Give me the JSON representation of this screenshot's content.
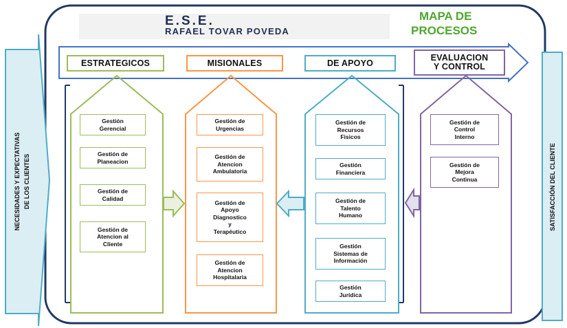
{
  "header": {
    "logo_name": "ese-medical-cross-logo",
    "org_line1": "E.S.E.",
    "org_line2": "RAFAEL TOVAR POVEDA",
    "title_line1": "MAPA DE",
    "title_line2": "PROCESOS",
    "title_color": "#4ea72e"
  },
  "side_arrows": {
    "left_line1": "NECESIDADES  Y  EXPECTATIVAS",
    "left_line2": "DE  LOS  CLIENTES",
    "right_text": "SATISFACCIÓN   DEL  CLIENTE"
  },
  "columns": [
    {
      "header": "ESTRATEGICOS",
      "color": "#9bbb59",
      "boxes": [
        "Gestión\nGerencial",
        "Gestión  de\nPlaneacion",
        "Gestión  de\nCalidad",
        "Gestión  de\nAtencion  al\nCliente"
      ]
    },
    {
      "header": "MISIONALES",
      "color": "#f79646",
      "boxes": [
        "Gestión  de\nUrgencias",
        "Gestión  de\nAtencion\nAmbulatoria",
        "Gestión  de\nApoyo\nDiagnostico\ny\nTerapéutico",
        "Gestión  de\nAtencion\nHospitalaria"
      ]
    },
    {
      "header": "DE APOYO",
      "color": "#4bacc6",
      "boxes": [
        "Gestión  de\nRecursos\nFisicos",
        "Gestión\nFinanciera",
        "Gestión  de\nTalento\nHumano",
        "Gestión\nSistemas  de\nInformación",
        "Gestión\nJurídica"
      ]
    },
    {
      "header": "EVALUACION\nY CONTROL",
      "color": "#8064a2",
      "boxes": [
        "Gestión  de\nControl\nInterno",
        "Gestión  de\nMejora\nContinua"
      ]
    }
  ],
  "colors": {
    "frame": "#1f3864",
    "left_arrow": "#dbeef4",
    "left_arrow_stroke": "#4bacc6"
  }
}
